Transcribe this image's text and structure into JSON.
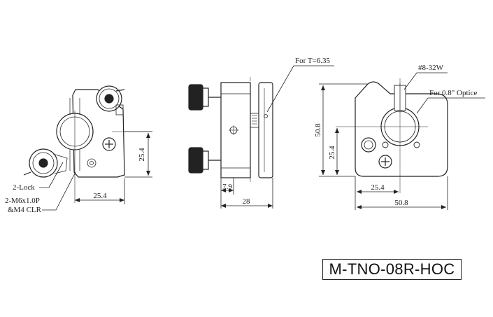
{
  "views": {
    "left": {
      "lock_label": "2-Lock",
      "mount_label_line1": "2-M6x1.0P",
      "mount_label_line2": "&M4 CLR",
      "dim_horizontal": "25.4",
      "dim_vertical": "25.4"
    },
    "side": {
      "thickness_label": "For T=6.35",
      "dim_small": "7.9",
      "dim_total": "28"
    },
    "right": {
      "screw_label": "#8-32W",
      "optic_label": "For 0.8\" Optice",
      "dim_height": "50.8",
      "dim_center_height": "25.4",
      "dim_center_width": "25.4",
      "dim_width": "50.8"
    }
  },
  "model_number": "M-TNO-08R-HOC"
}
